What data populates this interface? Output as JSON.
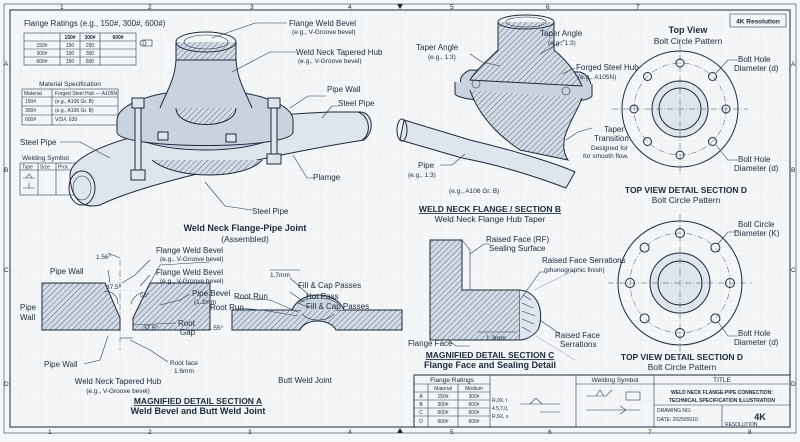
{
  "badge": "4K Resolution",
  "grid": {
    "top": [
      "1",
      "2",
      "3",
      "4",
      "5",
      "6",
      "7"
    ],
    "bottom": [
      "1",
      "2",
      "3",
      "4",
      "5",
      "6",
      "7",
      "8"
    ],
    "left": [
      "A",
      "B",
      "C",
      "D"
    ],
    "right": [
      "A",
      "B",
      "C",
      "D"
    ]
  },
  "flange_ratings_top": {
    "title": "Flange Ratings (e.g., 150#, 300#, 600#)",
    "headers": [
      "150#",
      "300#",
      "600#"
    ],
    "rows": [
      [
        "150#",
        "150",
        "200"
      ],
      [
        "300#",
        "100",
        "300"
      ],
      [
        "600#",
        "150",
        "600"
      ]
    ]
  },
  "material_spec": {
    "title": "Material Specification",
    "headers": [
      "Material",
      "Forged Steel Hub — A105N"
    ],
    "rows": [
      [
        "150#",
        "(e.g., A106 Gr. B)"
      ],
      [
        "300#",
        "(e.g., A106 Gr. B)"
      ],
      [
        "600#",
        "V(S#, 630"
      ]
    ]
  },
  "welding_symbol_small": {
    "title": "Welding Symbol",
    "headers": [
      "Type",
      "Size",
      "Proc"
    ]
  },
  "view_a": {
    "labels": {
      "flange_weld_bevel": "Flange Weld Bevel",
      "flange_weld_bevel_sub": "(e.g., V-Groove bevel)",
      "weld_neck_tapered_hub": "Weld Neck Tapered Hub",
      "weld_neck_tapered_hub_sub": "(e.g., V-Groove bevel)",
      "pipe_wall": "Pipe Wall",
      "steel_pipe_right": "Steel Pipe",
      "steel_pipe_left": "Steel Pipe",
      "steel_pipe_bottom": "Steel Pipe",
      "plamge": "Plamge"
    },
    "title": "Weld Neck Flange-Pipe Joint",
    "subtitle": "(Assembled)"
  },
  "view_b": {
    "labels": {
      "taper_angle_left": "Taper Angle",
      "taper_angle_left_sub": "(e.g., 1:3)",
      "taper_angle_right": "Taper Angle",
      "taper_angle_right_sub": "(e.g., 1:3)",
      "forged_hub": "Forged Steel Hub",
      "forged_hub_sub": "(e.g., A105N)",
      "taper_transition_1": "Taper",
      "taper_transition_2": "Transition",
      "taper_transition_3": "Designed for",
      "taper_transition_4": "for smooth flow.",
      "pipe": "Pipe",
      "pipe_sub": "(e.g., 1:3)",
      "pipe_material": "(e.g., A106 Gr. B)"
    },
    "title": "WELD NECK FLANGE / SECTION B",
    "subtitle": "Weld Neck Flange Hub Taper"
  },
  "view_d_top": {
    "title": "Top View",
    "subtitle": "Bolt Circle Pattern",
    "label_1": "Bolt Hole",
    "label_1_sub": "Diameter (d)",
    "label_2": "Bolt Hole",
    "label_2_sub": "Diameter (d)",
    "caption": "TOP VIEW DETAIL SECTION D",
    "caption_sub": "Bolt Circle Pattern"
  },
  "view_d_bottom": {
    "label_1": "Bolt Circle",
    "label_1_sub": "Diameter (K)",
    "label_2": "Bolt Hole",
    "label_2_sub": "Diameter (d)",
    "caption": "TOP VIEW DETAIL SECTION D",
    "caption_sub": "Bolt Circle Pattern"
  },
  "view_a_detail": {
    "dim_angle_top": "1.56°",
    "dim_angle": "37.5°",
    "dim_angle_small": "0.5°",
    "dim_angle_2": "37.5°",
    "dim_root": "1.55°",
    "pipe_wall_top": "Pipe Wall",
    "pipe_wall_left_1": "Pipe",
    "pipe_wall_left_2": "Wall",
    "pipe_wall_bottom": "Pipe Wall",
    "flange_bevel_1": "Flange Weld Bevel",
    "flange_bevel_1_sub": "(e.g., V-Groove bevel)",
    "flange_bevel_2": "Flange Weld Bevel",
    "flange_bevel_2_sub": "(e.g., V-Groove bevel)",
    "pipe_bevel": "Pipe Bevel",
    "pipe_bevel_sub": "(1.2mm",
    "root_gap_1": "Root",
    "root_gap_2": "Gap",
    "root_face": "Root face",
    "root_face_sub": "1.6mm",
    "hub_label": "Weld Neck Tapered Hub",
    "hub_label_sub": "(e.g., V-Groove bevel)",
    "dim_17": "1.7mm",
    "fill_cap_1": "Fill & Cap Passes",
    "hot_pass": "Hot Pass",
    "fill_cap_2": "Fill & Cap Passes",
    "root_run_1": "Root Run",
    "root_run_2": "Root Run",
    "butt_weld": "Butt Weld Joint",
    "caption": "MAGNIFIED DETAIL SECTION A",
    "caption_sub": "Weld Bevel and Butt Weld Joint"
  },
  "view_c": {
    "raised_face": "Raised Face (RF)",
    "raised_face_sub": "Sealing Surface",
    "serrations": "Raised Face Serrations",
    "serrations_sub": "(phonographic finish)",
    "serrations_2": "Raised Face",
    "serrations_2_sub": "Serrations",
    "flange_face": "Flange Face",
    "dim": "1.3mm",
    "caption": "MAGNIFIED DETAIL SECTION C",
    "caption_sub": "Flange Face and Sealing Detail"
  },
  "title_block": {
    "ratings_title": "Flange Ratings",
    "ratings_headers": [
      "Material",
      "Medium"
    ],
    "ratings_rows": [
      [
        "A",
        "150#",
        "300#"
      ],
      [
        "B",
        "300#",
        "600#"
      ],
      [
        "C",
        "600#",
        "600#"
      ],
      [
        "D",
        "600#",
        "600#"
      ]
    ],
    "welding_title": "Welding Symbol",
    "weld_notes": [
      "R,0X, t",
      "4.5,T,0,",
      "R,6X, s"
    ],
    "title_label": "TITLE",
    "title_1": "WELD NECK FLANGE-PIPE CONNECTION:",
    "title_2": "TECHNICAL SPECIFICATION ILLUSTRATION",
    "resolution": "4K",
    "small_1": "DRAWING NO.",
    "small_2": "DATE: 2025/06/10",
    "small_3": "RESOLUTION"
  }
}
